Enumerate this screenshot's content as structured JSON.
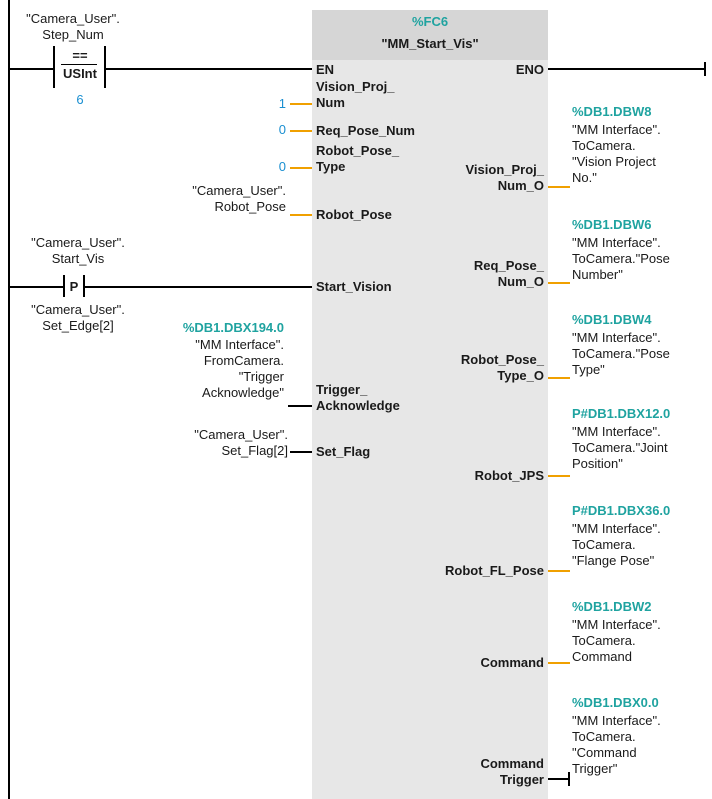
{
  "block": {
    "address": "%FC6",
    "name": "\"MM_Start_Vis\""
  },
  "contacts": {
    "compare": {
      "operand_line1": "\"Camera_User\".",
      "operand_line2": "Step_Num",
      "operator": "==",
      "type": "USInt",
      "value": "6"
    },
    "edge": {
      "operand_line1": "\"Camera_User\".",
      "operand_line2": "Start_Vis",
      "symbol": "P",
      "edge_line1": "\"Camera_User\".",
      "edge_line2": "Set_Edge[2]"
    }
  },
  "inputs": {
    "en": "EN",
    "vision_proj_num_1": "Vision_Proj_",
    "vision_proj_num_2": "Num",
    "vision_proj_num_value": "1",
    "req_pose_num": "Req_Pose_Num",
    "req_pose_num_value": "0",
    "robot_pose_type_1": "Robot_Pose_",
    "robot_pose_type_2": "Type",
    "robot_pose_type_value": "0",
    "robot_pose": "Robot_Pose",
    "robot_pose_op_1": "\"Camera_User\".",
    "robot_pose_op_2": "Robot_Pose",
    "start_vision": "Start_Vision",
    "trigger_ack_1": "Trigger_",
    "trigger_ack_2": "Acknowledge",
    "trigger_ack_addr": "%DB1.DBX194.0",
    "trigger_ack_op_1": "\"MM Interface\".",
    "trigger_ack_op_2": "FromCamera.",
    "trigger_ack_op_3": "\"Trigger",
    "trigger_ack_op_4": "Acknowledge\"",
    "set_flag": "Set_Flag",
    "set_flag_op_1": "\"Camera_User\".",
    "set_flag_op_2": "Set_Flag[2]"
  },
  "outputs": {
    "eno": "ENO",
    "vision_proj_num_o_1": "Vision_Proj_",
    "vision_proj_num_o_2": "Num_O",
    "vpn_addr": "%DB1.DBW8",
    "vpn_op_1": "\"MM Interface\".",
    "vpn_op_2": "ToCamera.",
    "vpn_op_3": "\"Vision Project",
    "vpn_op_4": "No.\"",
    "req_pose_num_o_1": "Req_Pose_",
    "req_pose_num_o_2": "Num_O",
    "rpn_addr": "%DB1.DBW6",
    "rpn_op_1": "\"MM Interface\".",
    "rpn_op_2": "ToCamera.\"Pose",
    "rpn_op_3": "Number\"",
    "robot_pose_type_o_1": "Robot_Pose_",
    "robot_pose_type_o_2": "Type_O",
    "rpt_addr": "%DB1.DBW4",
    "rpt_op_1": "\"MM Interface\".",
    "rpt_op_2": "ToCamera.\"Pose",
    "rpt_op_3": "Type\"",
    "robot_jps": "Robot_JPS",
    "jps_addr": "P#DB1.DBX12.0",
    "jps_op_1": "\"MM Interface\".",
    "jps_op_2": "ToCamera.\"Joint",
    "jps_op_3": "Position\"",
    "robot_fl_pose": "Robot_FL_Pose",
    "fl_addr": "P#DB1.DBX36.0",
    "fl_op_1": "\"MM Interface\".",
    "fl_op_2": "ToCamera.",
    "fl_op_3": "\"Flange Pose\"",
    "command": "Command",
    "cmd_addr": "%DB1.DBW2",
    "cmd_op_1": "\"MM Interface\".",
    "cmd_op_2": "ToCamera.",
    "cmd_op_3": "Command",
    "command_trigger_1": "Command",
    "command_trigger_2": "Trigger",
    "ct_addr": "%DB1.DBX0.0",
    "ct_op_1": "\"MM Interface\".",
    "ct_op_2": "ToCamera.",
    "ct_op_3": "\"Command",
    "ct_op_4": "Trigger\""
  },
  "colors": {
    "address": "#1fa3a0",
    "constant": "#1a8fd1",
    "wire_boolean": "#000000",
    "wire_other": "#f0a000",
    "block_fill": "#e7e7e7"
  }
}
